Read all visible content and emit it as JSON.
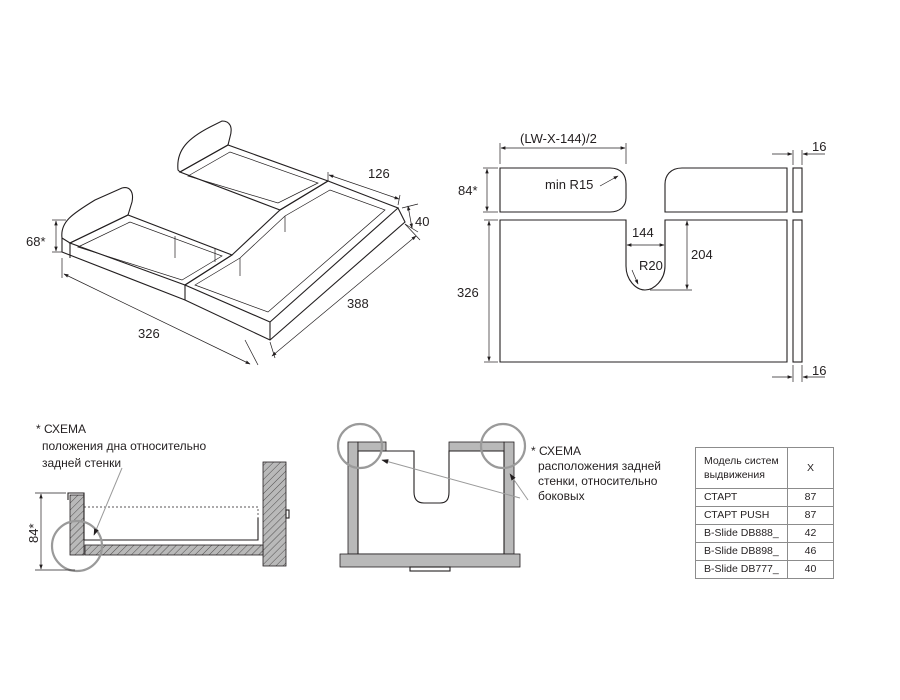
{
  "views": {
    "iso": {
      "dim_height": "68*",
      "dim_width": "326",
      "dim_depth": "388",
      "dim_side": "126",
      "dim_wall": "40"
    },
    "plan": {
      "dim_top": "(LW-X-144)/2",
      "dim_top_height": "84*",
      "min_radius": "min R15",
      "cutout_width": "144",
      "cutout_radius": "R20",
      "cutout_depth": "204",
      "bottom_height": "326",
      "thickness_top": "16",
      "thickness_bottom": "16"
    },
    "section": {
      "note_title": "* СХЕМА",
      "note_line1": "положения дна относительно",
      "note_line2": "задней стенки",
      "dim_height": "84*"
    },
    "front": {
      "note_title": "* СХЕМА",
      "note_line1": "расположения задней",
      "note_line2": "стенки, относительно",
      "note_line3": "боковых"
    }
  },
  "table": {
    "headers": {
      "model_line1": "Модель систем",
      "model_line2": "выдвижения",
      "x": "X"
    },
    "rows": [
      {
        "model": "СТАРТ",
        "x": "87"
      },
      {
        "model": "СТАРТ PUSH",
        "x": "87"
      },
      {
        "model": "B-Slide DB888_",
        "x": "42"
      },
      {
        "model": "B-Slide DB898_",
        "x": "46"
      },
      {
        "model": "B-Slide DB777_",
        "x": "40"
      }
    ]
  },
  "colors": {
    "line": "#231f20",
    "wall_fill": "#b9b9b9",
    "callout_circle": "#9a9a9a",
    "table_border": "#8c8c8c"
  }
}
